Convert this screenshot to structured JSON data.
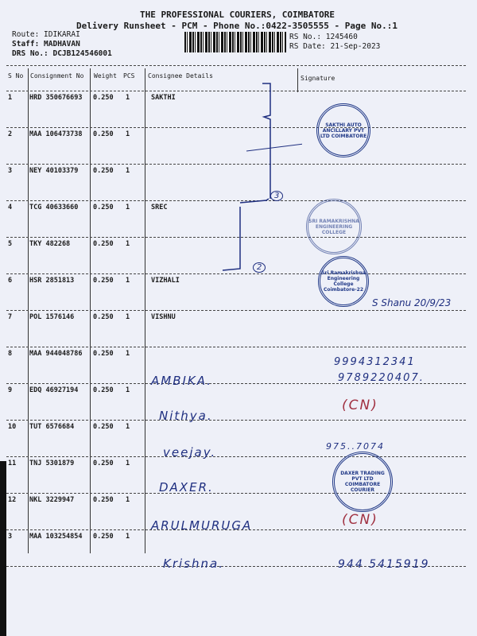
{
  "header": {
    "company": "THE PROFESSIONAL COURIERS, COIMBATORE",
    "subtitle": "Delivery Runsheet - PCM - Phone No.:0422-3505555 - Page No.:1",
    "route": "Route: IDIKARAI",
    "staff": "Staff: MADHAVAN",
    "drs": "DRS No.: DCJB124546001",
    "rs_no": "RS No.: 1245460",
    "rs_date": "RS Date: 21-Sep-2023"
  },
  "columns": [
    "S No",
    "Consignment No",
    "Weight",
    "PCS",
    "Consignee Details",
    "Signature"
  ],
  "rows": [
    {
      "sno": "1",
      "cn": "HRD 350676693",
      "weight": "0.250",
      "pcs": "1",
      "consignee": "SAKTHI"
    },
    {
      "sno": "2",
      "cn": "MAA 106473738",
      "weight": "0.250",
      "pcs": "1",
      "consignee": ""
    },
    {
      "sno": "3",
      "cn": "NEY 40103379",
      "weight": "0.250",
      "pcs": "1",
      "consignee": ""
    },
    {
      "sno": "4",
      "cn": "TCG 40633660",
      "weight": "0.250",
      "pcs": "1",
      "consignee": "SREC"
    },
    {
      "sno": "5",
      "cn": "TKY 482268",
      "weight": "0.250",
      "pcs": "1",
      "consignee": ""
    },
    {
      "sno": "6",
      "cn": "HSR 2851813",
      "weight": "0.250",
      "pcs": "1",
      "consignee": "VIZHALI"
    },
    {
      "sno": "7",
      "cn": "POL 1576146",
      "weight": "0.250",
      "pcs": "1",
      "consignee": "VISHNU"
    },
    {
      "sno": "8",
      "cn": "MAA 944048786",
      "weight": "0.250",
      "pcs": "1",
      "consignee": ""
    },
    {
      "sno": "9",
      "cn": "EDQ 46927194",
      "weight": "0.250",
      "pcs": "1",
      "consignee": ""
    },
    {
      "sno": "10",
      "cn": "TUT 6576684",
      "weight": "0.250",
      "pcs": "1",
      "consignee": ""
    },
    {
      "sno": "11",
      "cn": "TNJ 5301879",
      "weight": "0.250",
      "pcs": "1",
      "consignee": ""
    },
    {
      "sno": "12",
      "cn": "NKL 3229947",
      "weight": "0.250",
      "pcs": "1",
      "consignee": ""
    },
    {
      "sno": "3",
      "cn": "MAA 103254854",
      "weight": "0.250",
      "pcs": "1",
      "consignee": ""
    }
  ],
  "handwriting": {
    "n1": "AMBIKA.",
    "n2": "Nithya.",
    "n3": "veejay.",
    "n4": "DAXER.",
    "n5": "ARULMURUGA",
    "n6": "Krishna.",
    "p1": "9994312341",
    "p2": "9789220407.",
    "p3": "975..7074",
    "p4": "944 5415919",
    "cn1": "(CN)",
    "cn2": "(CN)",
    "sig": "S Shanu 20/9/23",
    "m3": "3",
    "m2": "2"
  },
  "stamps": {
    "s1": "SAKTHI AUTO ANCILLARY PVT LTD COIMBATORE",
    "s2": "SRI RAMAKRISHNA ENGINEERING COLLEGE",
    "s3": "Sri Ramakrishna Engineering College Coimbatore-22",
    "s4": "DAXER TRADING PVT LTD COIMBATORE COURIER"
  }
}
